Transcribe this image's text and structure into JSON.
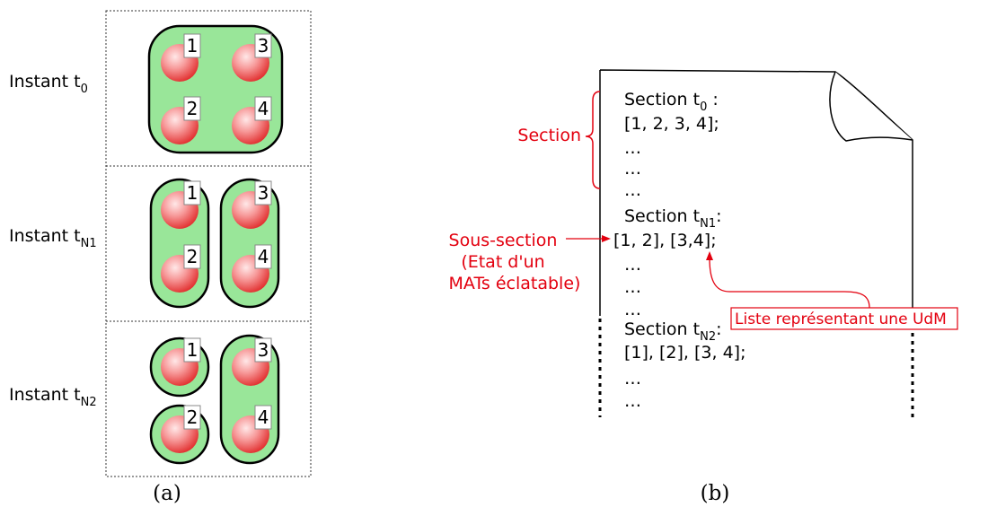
{
  "panel_a": {
    "rows": [
      {
        "label": "Instant t",
        "subscript": "0"
      },
      {
        "label": "Instant t",
        "subscript": "N1"
      },
      {
        "label": "Instant t",
        "subscript": "N2"
      }
    ],
    "ball_numbers": [
      "1",
      "2",
      "3",
      "4"
    ],
    "caption": "(a)"
  },
  "panel_b": {
    "lines": [
      {
        "text": "Section t",
        "sub": "0",
        "after": " :"
      },
      {
        "text": "[1, 2, 3, 4];"
      },
      {
        "text": "…"
      },
      {
        "text": "…"
      },
      {
        "text": "…"
      },
      {
        "text": "Section t",
        "sub": "N1",
        "after": ":"
      },
      {
        "text": "[1, 2], [3,4];"
      },
      {
        "text": "…"
      },
      {
        "text": "…"
      },
      {
        "text": "…"
      },
      {
        "text": "Section t",
        "sub": "N2",
        "after": ":"
      },
      {
        "text": "[1], [2], [3, 4];"
      },
      {
        "text": "…"
      },
      {
        "text": "…"
      }
    ],
    "annotations": {
      "section": "Section",
      "sous_section": [
        "Sous-section",
        "(Etat d'un",
        "MATs éclatable)"
      ],
      "liste": "Liste représentant une UdM"
    },
    "caption": "(b)"
  },
  "colors": {
    "group_fill": "#99e699",
    "ball_inner": "#ffd6d6",
    "ball_outer": "#e83a3a",
    "annotation": "#e3000f"
  }
}
